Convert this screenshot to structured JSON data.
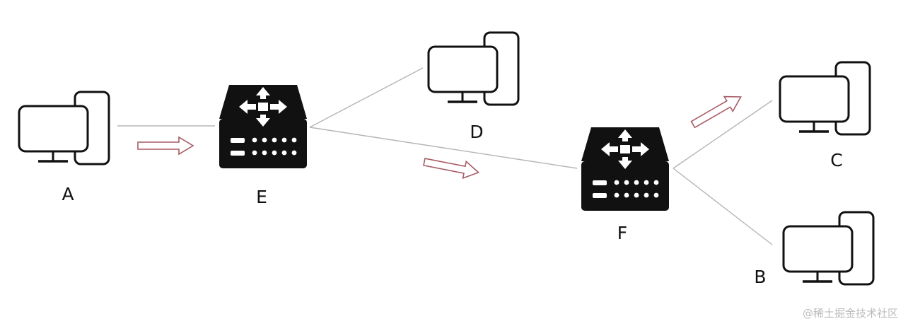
{
  "diagram": {
    "colors": {
      "link": "#b5b5b5",
      "arrow": "#a85a64",
      "device": "#111111",
      "background": "#ffffff"
    },
    "nodes": [
      {
        "id": "A",
        "label": "A",
        "kind": "computer-icon"
      },
      {
        "id": "E",
        "label": "E",
        "kind": "router-icon"
      },
      {
        "id": "D",
        "label": "D",
        "kind": "computer-icon"
      },
      {
        "id": "F",
        "label": "F",
        "kind": "router-icon"
      },
      {
        "id": "C",
        "label": "C",
        "kind": "computer-icon"
      },
      {
        "id": "B",
        "label": "B",
        "kind": "computer-icon"
      }
    ],
    "links": [
      {
        "from": "A",
        "to": "E"
      },
      {
        "from": "E",
        "to": "D"
      },
      {
        "from": "E",
        "to": "F"
      },
      {
        "from": "F",
        "to": "C"
      },
      {
        "from": "F",
        "to": "B"
      }
    ],
    "flow_arrows": [
      {
        "from": "A",
        "to": "E"
      },
      {
        "from": "E",
        "to": "F"
      },
      {
        "from": "F",
        "to": "C"
      }
    ]
  },
  "watermark": "@稀土掘金技术社区"
}
